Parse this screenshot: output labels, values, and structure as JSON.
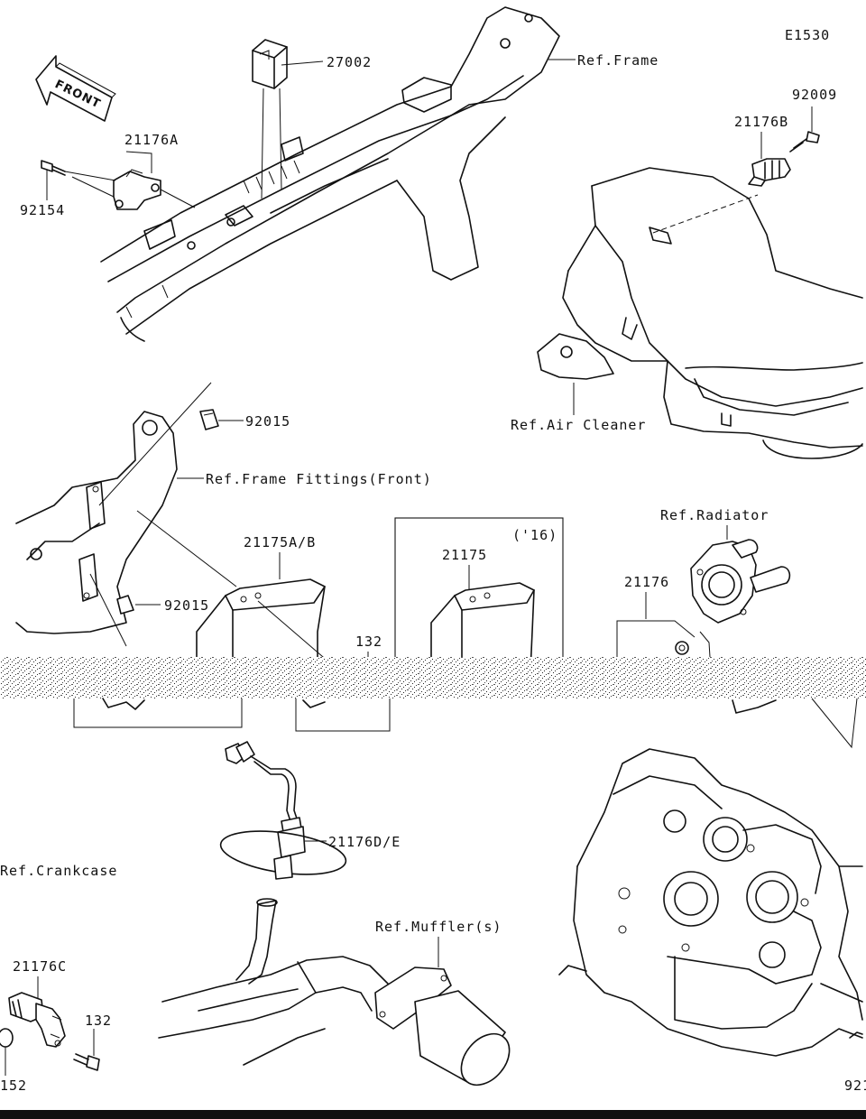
{
  "diagram_id": "E1530",
  "front_label": "FRONT",
  "parts": {
    "p27002": "27002",
    "p21176A": "21176A",
    "p92154": "92154",
    "p92009": "92009",
    "p21176B": "21176B",
    "p92015_top": "92015",
    "p92015_mid": "92015",
    "p21175AB": "21175A/B",
    "p21175": "21175",
    "p132_mid": "132",
    "p21176": "21176",
    "p21176DE": "21176D/E",
    "p21176C": "21176C",
    "p132_bottom": "132",
    "p152_partial": "152",
    "p921_partial": "921"
  },
  "refs": {
    "frame": "Ref.Frame",
    "air_cleaner": "Ref.Air Cleaner",
    "frame_fittings": "Ref.Frame Fittings(Front)",
    "radiator": "Ref.Radiator",
    "crankcase": "Ref.Crankcase",
    "mufflers": "Ref.Muffler(s)"
  },
  "year_note": "('16)"
}
